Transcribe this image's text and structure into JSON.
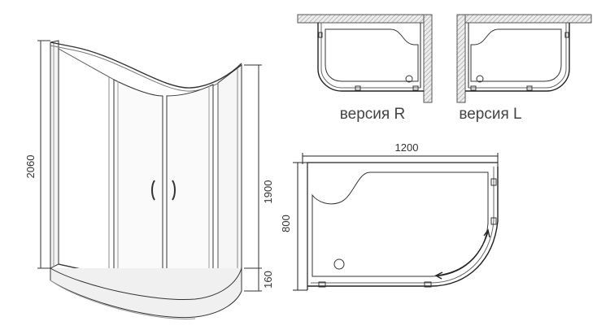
{
  "dimensions": {
    "total_height": "2060",
    "door_height": "1900",
    "tray_height": "160",
    "width": "1200",
    "depth": "800"
  },
  "versions": {
    "right_label": "версия R",
    "left_label": "версия L"
  },
  "colors": {
    "line": "#222222",
    "hatch": "#888888",
    "wall_fill": "#e6e6e6",
    "glass_line": "#555555",
    "text": "#333333"
  },
  "icons": {
    "handle": "door-handle-icon",
    "drain": "drain-icon",
    "slide_arrow": "double-arrow-icon"
  }
}
